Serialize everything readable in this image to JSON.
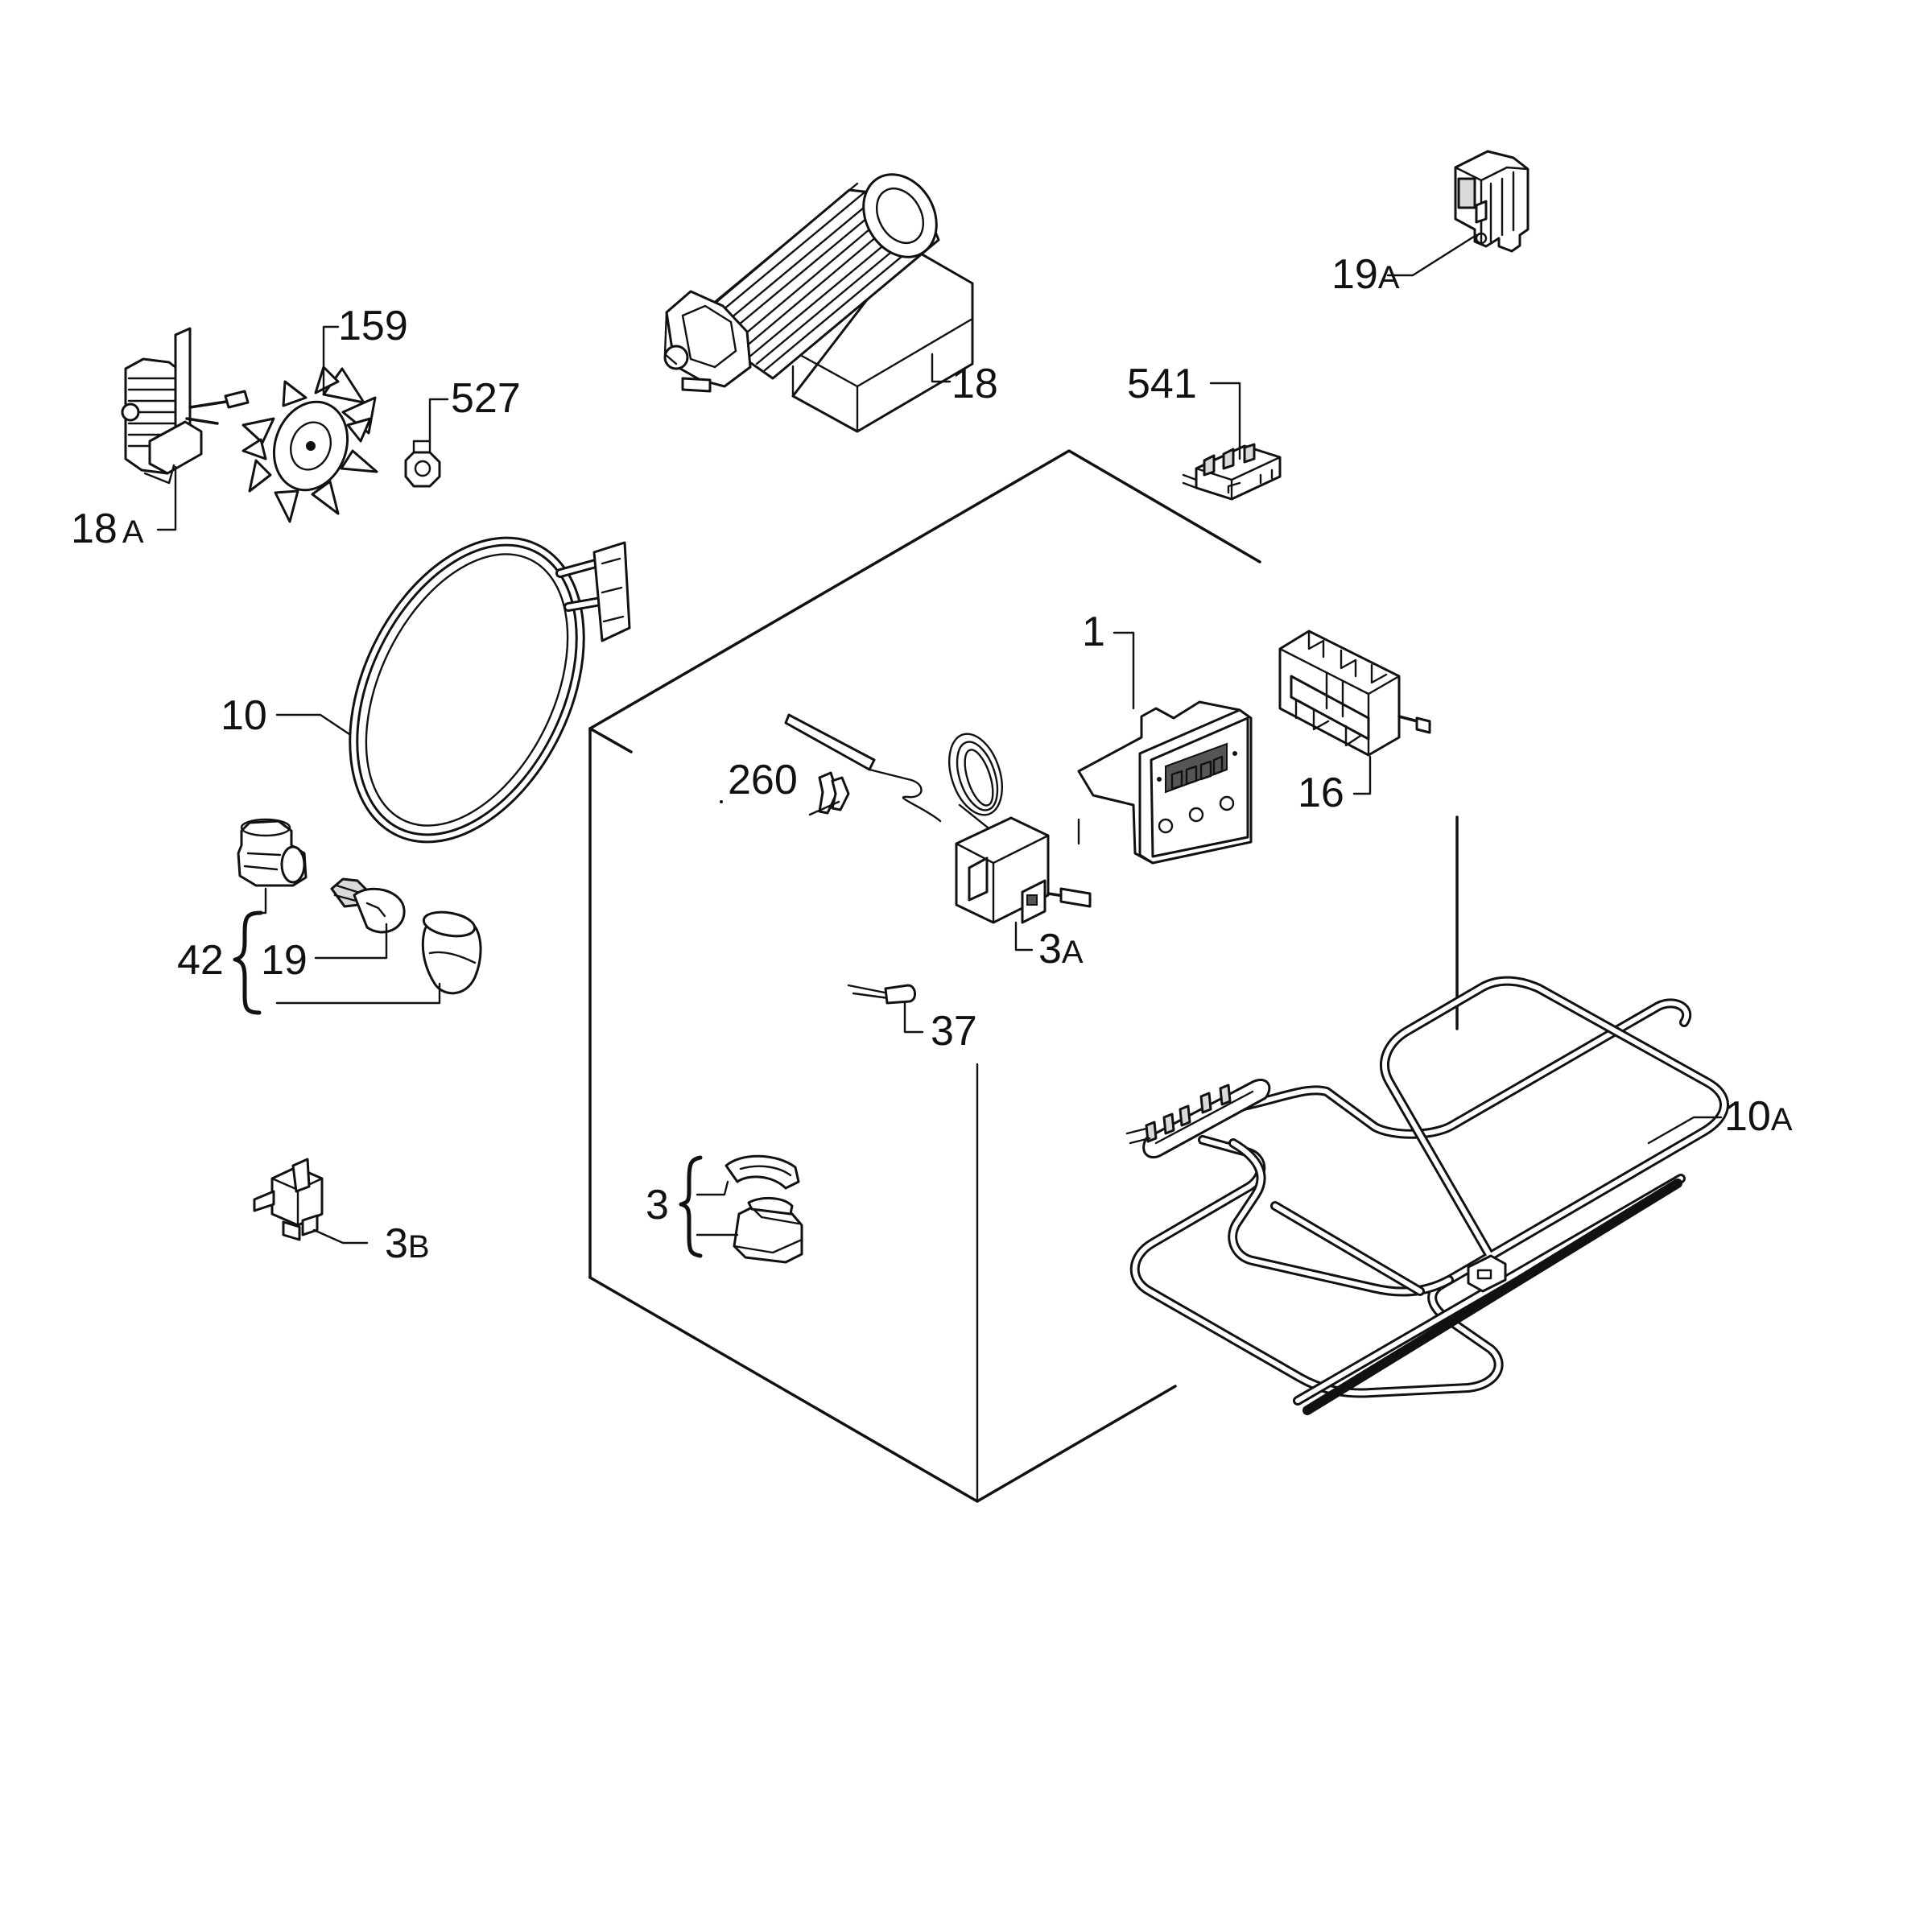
{
  "parts": [
    {
      "key": "p1",
      "number": "1",
      "suffix": "",
      "part": "electronic-timer-display"
    },
    {
      "key": "p3",
      "number": "3",
      "suffix": "",
      "part": "thermostat-clip-set"
    },
    {
      "key": "p3A",
      "number": "3",
      "suffix": "A",
      "part": "thermostat"
    },
    {
      "key": "p3B",
      "number": "3",
      "suffix": "B",
      "part": "safety-thermostat"
    },
    {
      "key": "p10",
      "number": "10",
      "suffix": "",
      "part": "circular-heating-element"
    },
    {
      "key": "p10A",
      "number": "10",
      "suffix": "A",
      "part": "grill-heating-element"
    },
    {
      "key": "p16",
      "number": "16",
      "suffix": "",
      "part": "selector-switch"
    },
    {
      "key": "p18",
      "number": "18",
      "suffix": "",
      "part": "tangential-cooling-fan"
    },
    {
      "key": "p18A",
      "number": "18",
      "suffix": "A",
      "part": "fan-motor"
    },
    {
      "key": "p19",
      "number": "19",
      "suffix": "",
      "part": "lamp-bulb"
    },
    {
      "key": "p19A",
      "number": "19",
      "suffix": "A",
      "part": "signal-lamp"
    },
    {
      "key": "p37",
      "number": "37",
      "suffix": "",
      "part": "door-switch"
    },
    {
      "key": "p42",
      "number": "42",
      "suffix": "",
      "part": "oven-lamp-assembly"
    },
    {
      "key": "p159",
      "number": "159",
      "suffix": "",
      "part": "fan-blade"
    },
    {
      "key": "p260",
      "number": "260",
      "suffix": "",
      "part": "probe-clip"
    },
    {
      "key": "p527",
      "number": "527",
      "suffix": "",
      "part": "fan-nut"
    },
    {
      "key": "p541",
      "number": "541",
      "suffix": "",
      "part": "terminal-block"
    }
  ],
  "colors": {
    "line": "#111111",
    "background": "#ffffff"
  }
}
